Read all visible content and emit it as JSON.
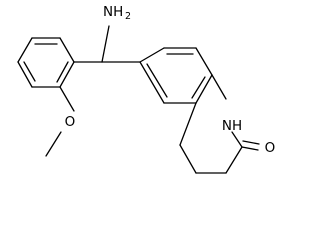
{
  "molecule": {
    "labels": {
      "amine": {
        "main": "NH",
        "sub": "2"
      },
      "lactam_nh": "NH",
      "carbonyl_o": "O",
      "ether_o": "O"
    }
  }
}
